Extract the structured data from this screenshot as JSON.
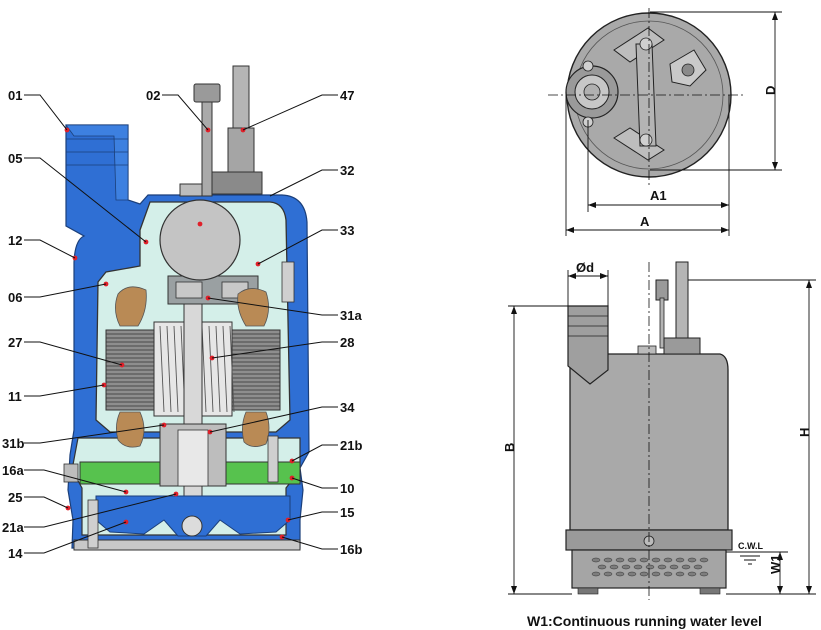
{
  "part_labels": {
    "p01": "01",
    "p02": "02",
    "p47": "47",
    "p05": "05",
    "p32": "32",
    "p12": "12",
    "p33": "33",
    "p06": "06",
    "p31a": "31a",
    "p27": "27",
    "p28": "28",
    "p11": "11",
    "p34": "34",
    "p31b": "31b",
    "p21b": "21b",
    "p16a": "16a",
    "p10": "10",
    "p25": "25",
    "p15": "15",
    "p21a": "21a",
    "p14": "14",
    "p16b": "16b"
  },
  "dimensions": {
    "D": "D",
    "A1": "A1",
    "A": "A",
    "Od": "Ød",
    "B": "B",
    "H": "H",
    "W1": "W1",
    "CWL": "C.W.L"
  },
  "caption": "W1:Continuous running water level",
  "colors": {
    "casing_blue": "#2f6fd4",
    "motor_cover_green": "#d4efe9",
    "seal_green": "#57c24e",
    "winding_tan": "#b98a55",
    "pump_grey": "#a9a9a9",
    "marker_red": "#e0202a"
  }
}
